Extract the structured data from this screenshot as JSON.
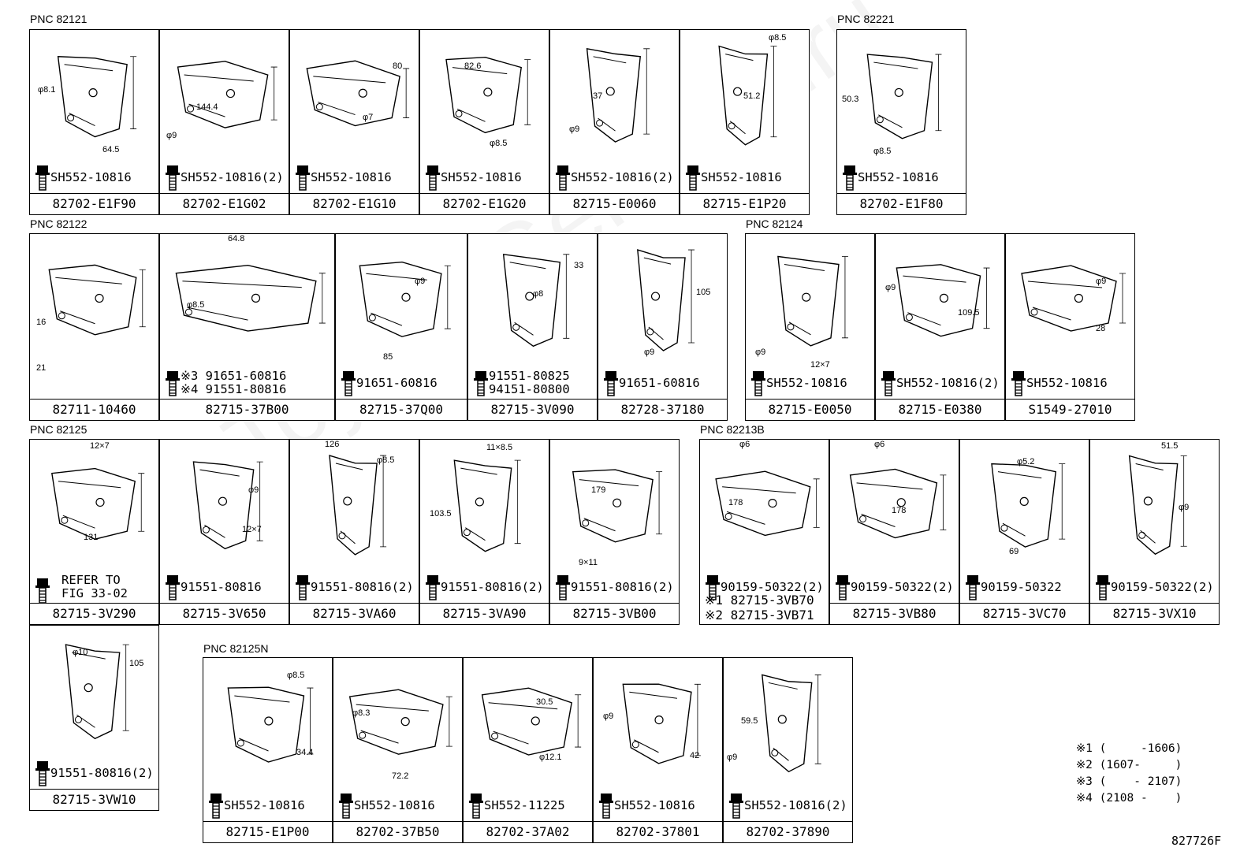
{
  "watermark": "Toyota-Genuine.ru",
  "figure_code": "827726F",
  "notes": [
    "※1 (     -1606)",
    "※2 (1607-     )",
    "※3 (    - 2107)",
    "※4 (2108 -    )"
  ],
  "groups": [
    {
      "pnc": "PNC 82121"
    },
    {
      "pnc": "PNC 82221"
    },
    {
      "pnc": "PNC 82122"
    },
    {
      "pnc": "PNC 82124"
    },
    {
      "pnc": "PNC 82125"
    },
    {
      "pnc": "PNC 82213B"
    },
    {
      "pnc": "PNC 82125N"
    }
  ],
  "cells": [
    {
      "part": "82702-E1F90",
      "bolt": [
        "SH552-10816"
      ],
      "dims": [
        "φ8.1",
        "64.5"
      ]
    },
    {
      "part": "82702-E1G02",
      "bolt": [
        "SH552-10816(2)"
      ],
      "dims": [
        "144.4",
        "φ9"
      ]
    },
    {
      "part": "82702-E1G10",
      "bolt": [
        "SH552-10816"
      ],
      "dims": [
        "80",
        "φ7"
      ]
    },
    {
      "part": "82702-E1G20",
      "bolt": [
        "SH552-10816"
      ],
      "dims": [
        "82.6",
        "φ8.5"
      ]
    },
    {
      "part": "82715-E0060",
      "bolt": [
        "SH552-10816(2)"
      ],
      "dims": [
        "37",
        "φ9"
      ]
    },
    {
      "part": "82715-E1P20",
      "bolt": [
        "SH552-10816"
      ],
      "dims": [
        "φ8.5",
        "51.2"
      ]
    },
    {
      "part": "82702-E1F80",
      "bolt": [
        "SH552-10816"
      ],
      "dims": [
        "50.3",
        "φ8.5"
      ]
    },
    {
      "part": "82711-10460",
      "bolt": [],
      "dims": [
        "16",
        "21"
      ]
    },
    {
      "part": "82715-37B00",
      "bolt": [
        "※3 91651-60816",
        "※4 91551-80816"
      ],
      "dims": [
        "64.8",
        "φ8.5"
      ]
    },
    {
      "part": "82715-37Q00",
      "bolt": [
        "91651-60816"
      ],
      "dims": [
        "φ9",
        "85"
      ]
    },
    {
      "part": "82715-3V090",
      "bolt": [
        "91551-80825",
        "94151-80800"
      ],
      "dims": [
        "33",
        "φ8"
      ]
    },
    {
      "part": "82728-37180",
      "bolt": [
        "91651-60816"
      ],
      "dims": [
        "105",
        "φ9"
      ]
    },
    {
      "part": "82715-E0050",
      "bolt": [
        "SH552-10816"
      ],
      "dims": [
        "φ9",
        "12×7"
      ]
    },
    {
      "part": "82715-E0380",
      "bolt": [
        "SH552-10816(2)"
      ],
      "dims": [
        "φ9",
        "109.5"
      ]
    },
    {
      "part": "S1549-27010",
      "bolt": [
        "SH552-10816"
      ],
      "dims": [
        "φ9",
        "28"
      ]
    },
    {
      "part": "82715-3V290",
      "bolt": [
        "REFER TO",
        "FIG 33-02"
      ],
      "dims": [
        "12×7",
        "131"
      ]
    },
    {
      "part": "82715-3V650",
      "bolt": [
        "91551-80816"
      ],
      "dims": [
        "φ9",
        "12×7"
      ]
    },
    {
      "part": "82715-3VA60",
      "bolt": [
        "91551-80816(2)"
      ],
      "dims": [
        "126",
        "φ8.5"
      ]
    },
    {
      "part": "82715-3VA90",
      "bolt": [
        "91551-80816(2)"
      ],
      "dims": [
        "11×8.5",
        "103.5"
      ]
    },
    {
      "part": "82715-3VB00",
      "bolt": [
        "91551-80816(2)"
      ],
      "dims": [
        "179",
        "9×11"
      ]
    },
    {
      "part": "※1 82715-3VB70\n※2 82715-3VB71",
      "bolt": [
        "90159-50322(2)"
      ],
      "dims": [
        "φ6",
        "178"
      ]
    },
    {
      "part": "82715-3VB80",
      "bolt": [
        "90159-50322(2)"
      ],
      "dims": [
        "φ6",
        "178"
      ]
    },
    {
      "part": "82715-3VC70",
      "bolt": [
        "90159-50322"
      ],
      "dims": [
        "φ5.2",
        "69"
      ]
    },
    {
      "part": "82715-3VX10",
      "bolt": [
        "90159-50322(2)"
      ],
      "dims": [
        "51.5",
        "φ9"
      ]
    },
    {
      "part": "82715-3VW10",
      "bolt": [
        "91551-80816(2)"
      ],
      "dims": [
        "φ10",
        "105"
      ]
    },
    {
      "part": "82715-E1P00",
      "bolt": [
        "SH552-10816"
      ],
      "dims": [
        "φ8.5",
        "34.4"
      ]
    },
    {
      "part": "82702-37B50",
      "bolt": [
        "SH552-10816"
      ],
      "dims": [
        "φ8.3",
        "72.2"
      ]
    },
    {
      "part": "82702-37A02",
      "bolt": [
        "SH552-11225"
      ],
      "dims": [
        "30.5",
        "φ12.1"
      ]
    },
    {
      "part": "82702-37801",
      "bolt": [
        "SH552-10816"
      ],
      "dims": [
        "φ9",
        "42"
      ]
    },
    {
      "part": "82702-37890",
      "bolt": [
        "SH552-10816(2)"
      ],
      "dims": [
        "59.5",
        "φ9"
      ]
    }
  ]
}
